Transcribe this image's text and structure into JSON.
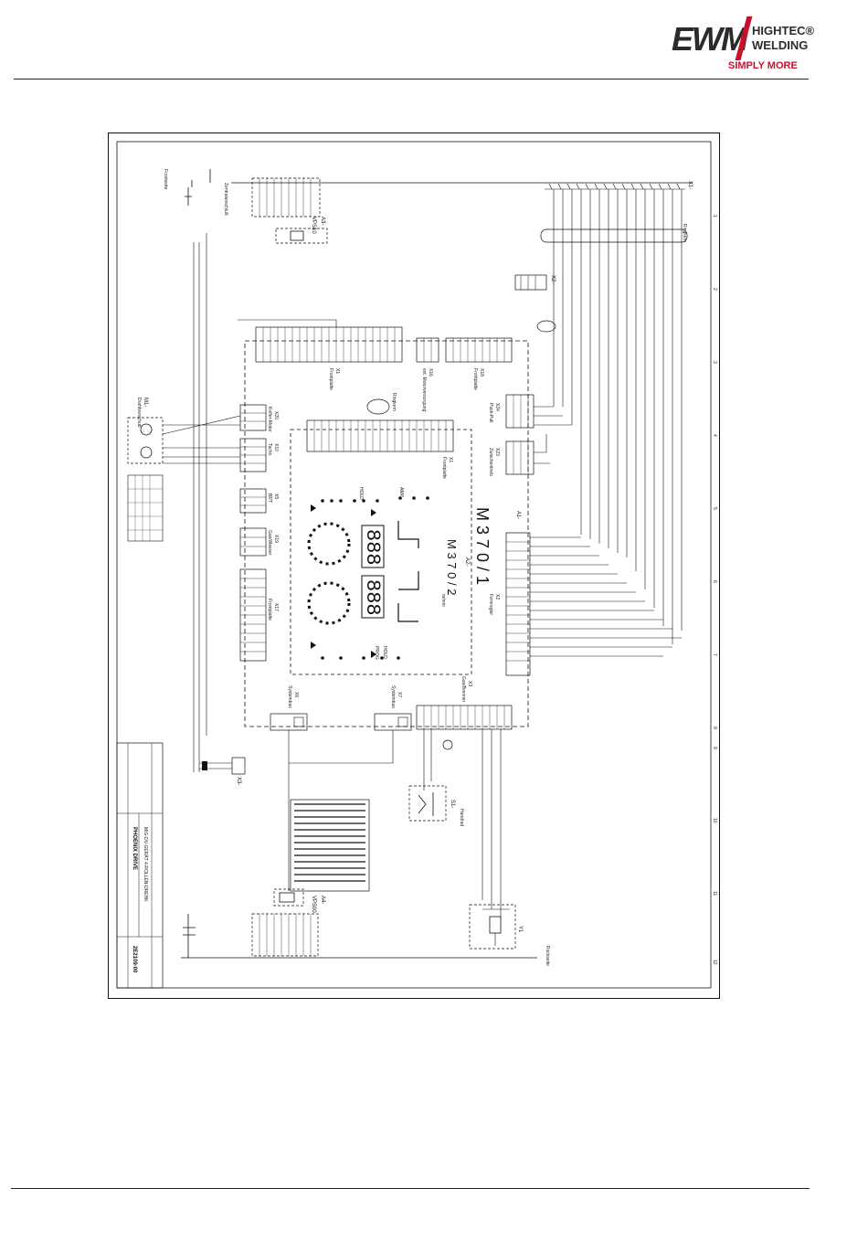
{
  "logo": {
    "brand": "EWM",
    "line1": "HIGHTEC®",
    "line2": "WELDING",
    "tagline": "SIMPLY MORE"
  },
  "diagram": {
    "title": "PHOENIX DRIVE",
    "subtitle": "MIG-DV-GERÄT 4-ROLLEN-DREHK",
    "drawing_number": "2E2109-00",
    "boards": {
      "a1": "A1-",
      "a1_model": "M 3 7 0 / 1",
      "a2": "A2-",
      "a2_model": "M 3 7 0 / 2",
      "a3": "A3-",
      "a3_model": "VPS10",
      "a4": "A4-",
      "a4_model": "VPS00"
    },
    "components": {
      "m1": "M1-",
      "m1_desc": "Drahtvorschub",
      "s1": "S1-",
      "s1_desc": "Handrad",
      "y1": "Y1",
      "x1": "X1-",
      "x2": "X2-",
      "x3": "X3-"
    },
    "connectors": {
      "x1_front": "X1",
      "x1_front_desc": "Frontplatte",
      "x16": "X16",
      "x16_desc": "ext. Motorversorgung",
      "x18": "X18",
      "x18_desc": "Frontplatte",
      "x24": "X24",
      "x24_desc": "Push-Pull",
      "x23": "X23",
      "x23_desc": "Zwischentrieb",
      "x2_remote": "X2",
      "x2_remote_desc": "Fernregler",
      "x20": "X20",
      "x20_desc": "Koffer-Motor",
      "x10": "X10",
      "x10_desc": "Tacho",
      "x5": "X5",
      "x5_desc": "BRT",
      "x19": "X19",
      "x19_desc": "Gas/Wasser",
      "x17": "X17",
      "x17_desc": "Frontplatte",
      "x6": "X6",
      "x6_desc": "Systembus",
      "x7": "X7",
      "x7_desc": "Systembus",
      "x3_gas": "X3",
      "x3_gas_desc": "Gas/Brenner",
      "x1_panel": "X1",
      "x1_panel_desc": "Frontplatte",
      "ringkern": "Ringkern",
      "zentral": "Zentralanschluß",
      "frontseite": "Frontseite",
      "rueckseite": "Rückseite"
    },
    "panel_labels": {
      "amp": "AMP",
      "hold": "HOLD",
      "prog": "PROG",
      "mm": "m/min"
    },
    "display": {
      "left": "888",
      "right": "888"
    },
    "grid_numbers": [
      "1",
      "2",
      "3",
      "4",
      "5",
      "6",
      "7",
      "8",
      "9",
      "10",
      "11",
      "12"
    ]
  }
}
